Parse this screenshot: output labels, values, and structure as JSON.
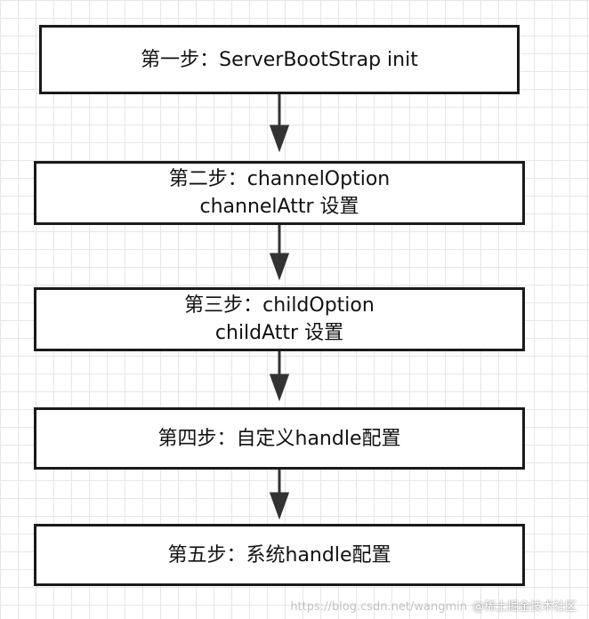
{
  "steps": [
    {
      "lines": [
        "第一步：ServerBootStrap init"
      ]
    },
    {
      "lines": [
        "第二步：channelOption",
        "channelAttr 设置"
      ]
    },
    {
      "lines": [
        "第三步：childOption",
        "childAttr 设置"
      ]
    },
    {
      "lines": [
        "第四步：自定义handle配置"
      ]
    },
    {
      "lines": [
        "第五步：系统handle配置"
      ]
    }
  ],
  "watermark": {
    "url": "https://blog.csdn.net/wangmin",
    "brand": "@稀土掘金技术社区"
  },
  "colors": {
    "box_border": "#1a1a1a",
    "arrow": "#333333",
    "grid": "#e6e6e6"
  }
}
